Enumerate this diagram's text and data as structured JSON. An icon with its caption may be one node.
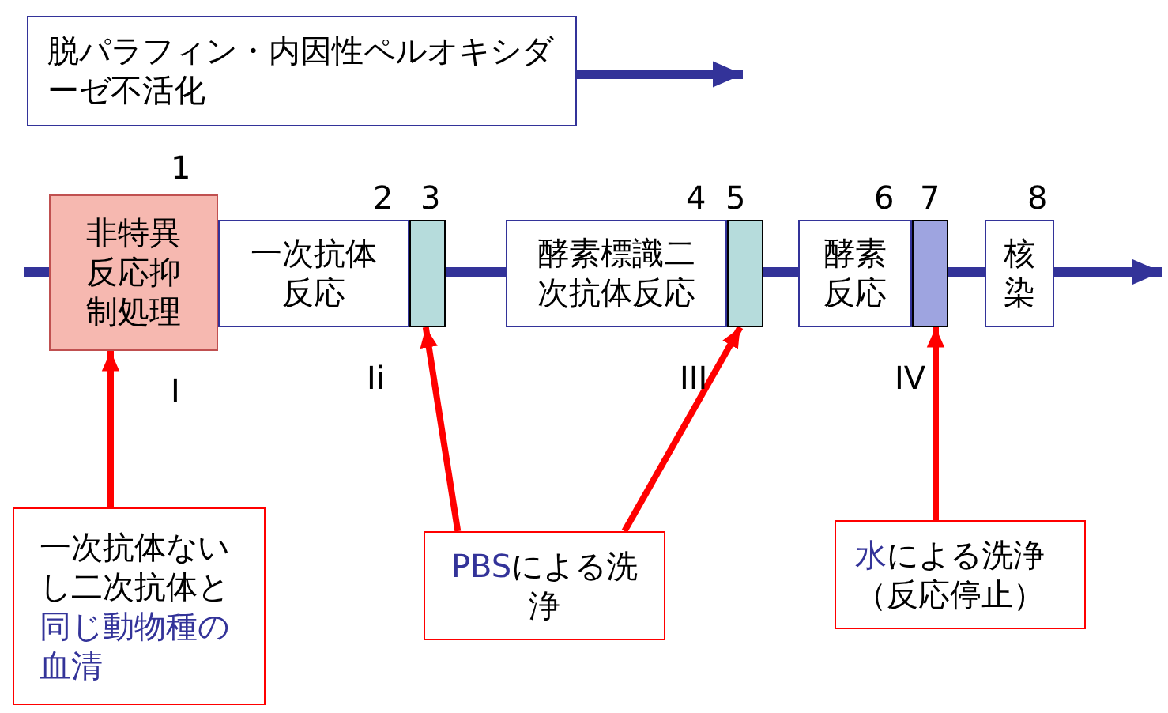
{
  "diagram": {
    "nodes": [
      {
        "text": [
          "脱パラフィン・内因性ペルオキシダーゼ不活化"
        ]
      },
      {
        "text": [
          "非特異反応抑制処理"
        ],
        "beside": [
          "1"
        ]
      },
      {
        "text": [
          "一次抗体反応"
        ],
        "beside": [
          "2"
        ]
      },
      {
        "text": [],
        "shape": "box",
        "beside": [
          "3"
        ]
      },
      {
        "text": [
          "酵素標識二次抗体反応"
        ],
        "beside": [
          "4"
        ]
      },
      {
        "text": [],
        "shape": "box",
        "beside": [
          "5"
        ]
      },
      {
        "text": [
          "酵素反応"
        ],
        "beside": [
          "6"
        ]
      },
      {
        "text": [],
        "shape": "box",
        "beside": [
          "7"
        ]
      },
      {
        "text": [
          "核染"
        ],
        "beside": [
          "8"
        ]
      },
      {
        "text": [
          "一次抗体ないし二次抗体と**同じ動物種の血清**"
        ]
      },
      {
        "text": [
          "**PBS**による洗浄"
        ]
      },
      {
        "text": [
          "**水**による洗浄（反応停止）"
        ]
      }
    ],
    "edges": [
      {
        "from": 0,
        "to": null,
        "arrow": "to"
      },
      {
        "from": null,
        "to": 1,
        "arrow": "none"
      },
      {
        "from": 3,
        "to": 4,
        "arrow": "none"
      },
      {
        "from": 5,
        "to": 6,
        "arrow": "none"
      },
      {
        "from": 7,
        "to": 8,
        "arrow": "none"
      },
      {
        "from": 8,
        "to": null,
        "arrow": "to"
      },
      {
        "from": 9,
        "to": 1,
        "arrow": "to",
        "color": "#ff0000"
      },
      {
        "from": 10,
        "to": 3,
        "arrow": "to",
        "color": "#ff0000"
      },
      {
        "from": 10,
        "to": 5,
        "arrow": "to",
        "color": "#ff0000"
      },
      {
        "from": 11,
        "to": 7,
        "arrow": "to",
        "color": "#ff0000"
      }
    ],
    "labels": [
      "I",
      "Ii",
      "III",
      "IV"
    ]
  }
}
